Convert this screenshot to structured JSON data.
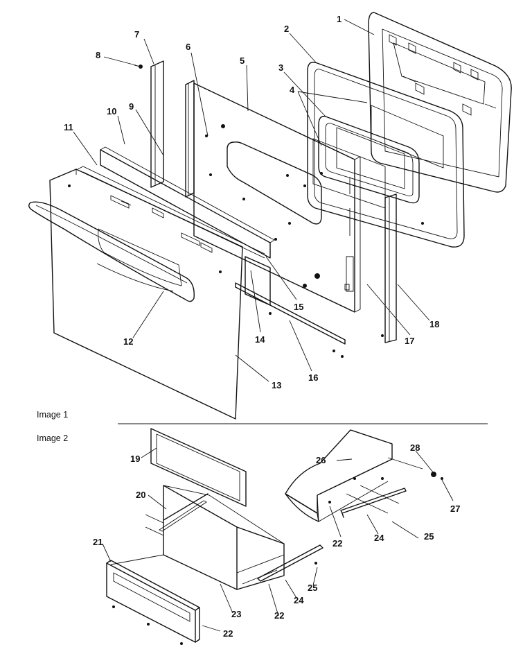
{
  "sections": [
    {
      "label": "Image 1"
    },
    {
      "label": "Image 2"
    }
  ],
  "image1_callouts": [
    "1",
    "2",
    "3",
    "4",
    "5",
    "6",
    "6",
    "7",
    "8",
    "9",
    "10",
    "11",
    "12",
    "13",
    "14",
    "15",
    "16",
    "17",
    "18"
  ],
  "image2_callouts": [
    "19",
    "20",
    "21",
    "22",
    "23",
    "22",
    "24",
    "25",
    "26",
    "28",
    "27",
    "22",
    "24",
    "25"
  ]
}
